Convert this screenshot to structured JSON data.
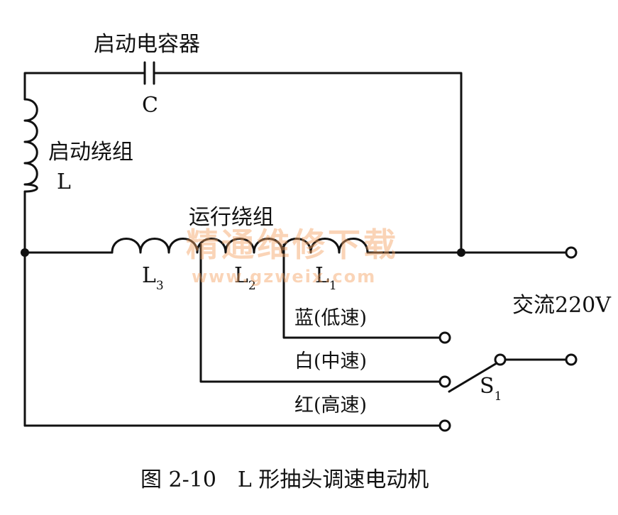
{
  "labels": {
    "start_capacitor": "启动电容器",
    "capacitor_symbol": "C",
    "start_winding": "启动绕组",
    "start_winding_symbol": "L",
    "run_winding": "运行绕组",
    "coil_l3": "L",
    "coil_l3_sub": "3",
    "coil_l2": "L",
    "coil_l2_sub": "2",
    "coil_l1": "L",
    "coil_l1_sub": "1",
    "blue_low": "蓝(低速)",
    "white_mid": "白(中速)",
    "red_high": "红(高速)",
    "ac_supply": "交流220V",
    "switch": "S",
    "switch_sub": "1",
    "caption": "图 2-10　L 形抽头调速电动机"
  },
  "watermark": {
    "line1": "精通维修下载",
    "line2": "www.gzweix.com",
    "color": "#f4a262"
  },
  "colors": {
    "line": "#111111",
    "background": "#ffffff"
  }
}
